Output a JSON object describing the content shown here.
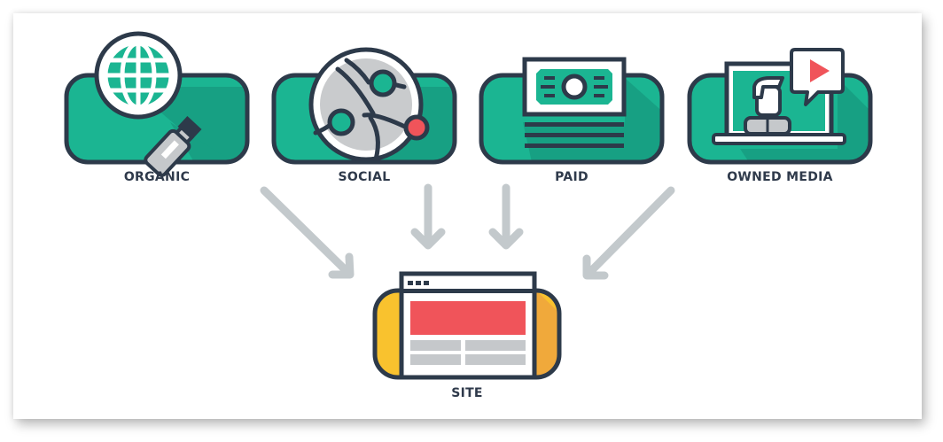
{
  "diagram": {
    "sources": [
      {
        "id": "organic",
        "label": "ORGANIC",
        "icon": "magnifier-globe-icon"
      },
      {
        "id": "social",
        "label": "SOCIAL",
        "icon": "social-network-globe-icon"
      },
      {
        "id": "paid",
        "label": "PAID",
        "icon": "money-bill-icon"
      },
      {
        "id": "owned_media",
        "label": "OWNED MEDIA",
        "icon": "laptop-video-presenter-icon"
      }
    ],
    "target": {
      "id": "site",
      "label": "SITE",
      "icon": "browser-window-icon"
    },
    "edges": [
      {
        "from": "organic",
        "to": "site"
      },
      {
        "from": "social",
        "to": "site"
      },
      {
        "from": "paid",
        "to": "site"
      },
      {
        "from": "owned_media",
        "to": "site"
      }
    ],
    "colors": {
      "teal": "#1bb592",
      "teal_shadow": "#17a083",
      "outline": "#2d3a4a",
      "arrow": "#c3c9cc",
      "red": "#f0545a",
      "yellow": "#f9c22e",
      "yellow_shadow": "#f0a93b",
      "gray": "#c5c8cb"
    }
  }
}
